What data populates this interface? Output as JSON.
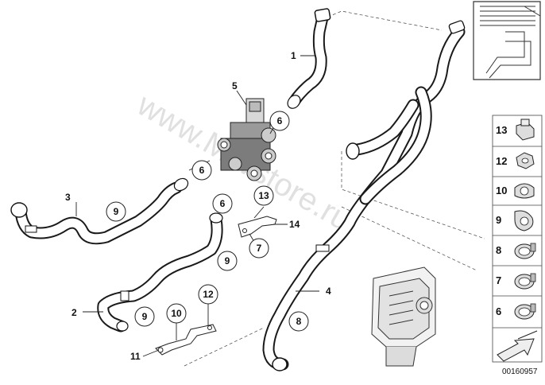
{
  "watermark": "www.MWstore.ru",
  "doc_number": "00160957",
  "callouts": {
    "p1": "1",
    "p2": "2",
    "p3": "3",
    "p4": "4",
    "p5": "5",
    "p11": "11",
    "p14": "14"
  },
  "circle_callouts": {
    "c6a": "6",
    "c6b": "6",
    "c6c": "6",
    "c9a": "9",
    "c9b": "9",
    "c9c": "9",
    "c13": "13",
    "c7": "7",
    "c8": "8",
    "c10": "10",
    "c12": "12"
  },
  "side_panel": [
    "13",
    "12",
    "10",
    "9",
    "8",
    "7",
    "6"
  ]
}
